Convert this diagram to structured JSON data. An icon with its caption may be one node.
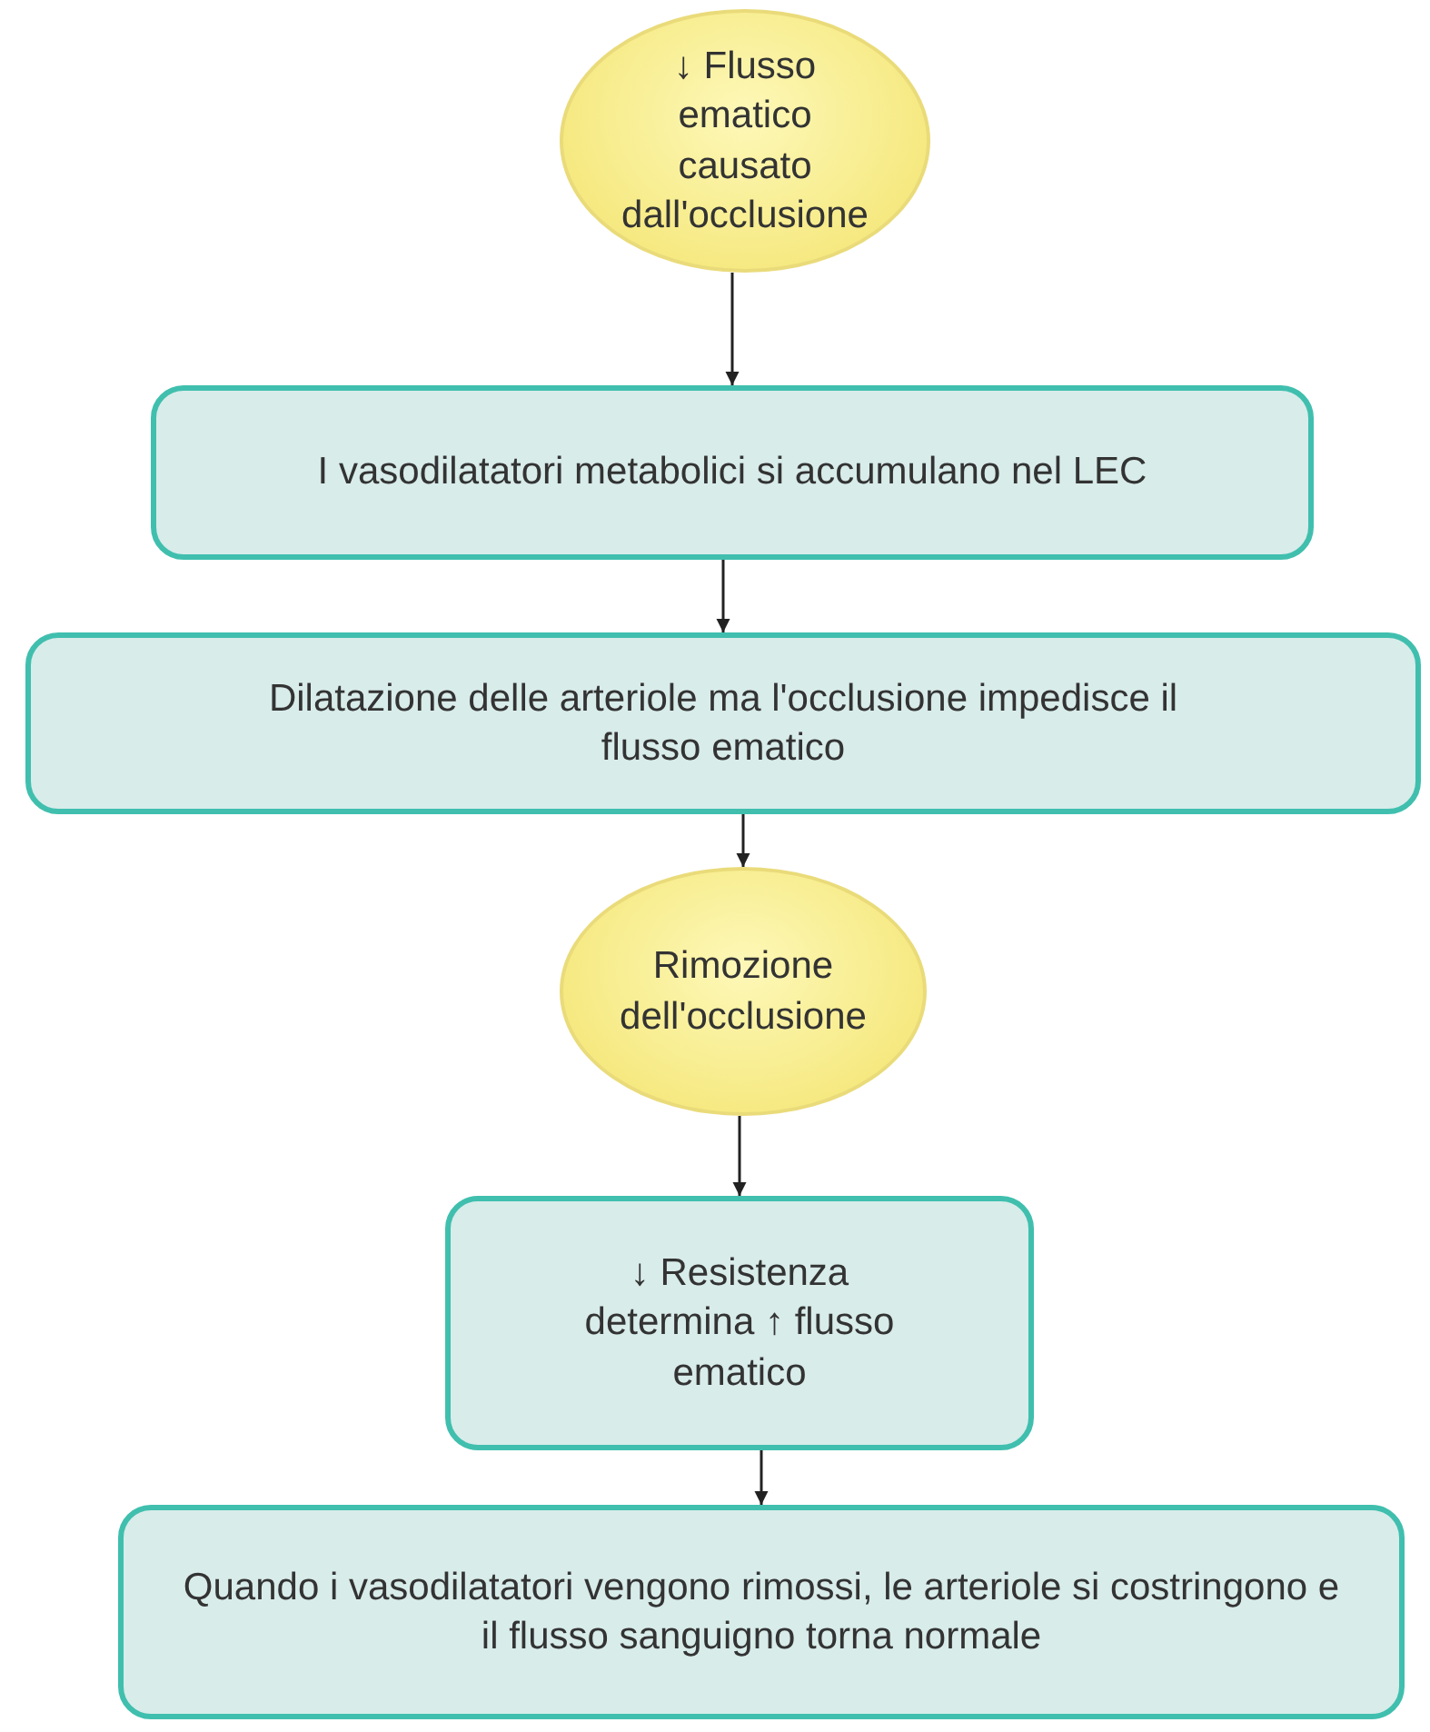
{
  "diagram": {
    "nodes": [
      {
        "text": [
          "↓ Flusso ematico causato dall'occlusione"
        ]
      },
      {
        "text": [
          "I vasodilatatori metabolici si accumulano nel LEC"
        ]
      },
      {
        "text": [
          "Dilatazione delle arteriole ma l'occlusione impedisce il flusso ematico"
        ]
      },
      {
        "text": [
          "Rimozione dell'occlusione"
        ]
      },
      {
        "text": [
          "↓ Resistenza determina ↑ flusso ematico"
        ]
      },
      {
        "text": [
          "Quando i vasodilatatori vengono rimossi, le arteriole si costringono e il flusso sanguigno torna normale"
        ]
      }
    ],
    "edges": [
      {
        "from": 0,
        "to": 1,
        "arrow": "to"
      },
      {
        "from": 1,
        "to": 2,
        "arrow": "to"
      },
      {
        "from": 2,
        "to": 3,
        "arrow": "to"
      },
      {
        "from": 3,
        "to": 4,
        "arrow": "to"
      },
      {
        "from": 4,
        "to": 5,
        "arrow": "to"
      }
    ]
  }
}
